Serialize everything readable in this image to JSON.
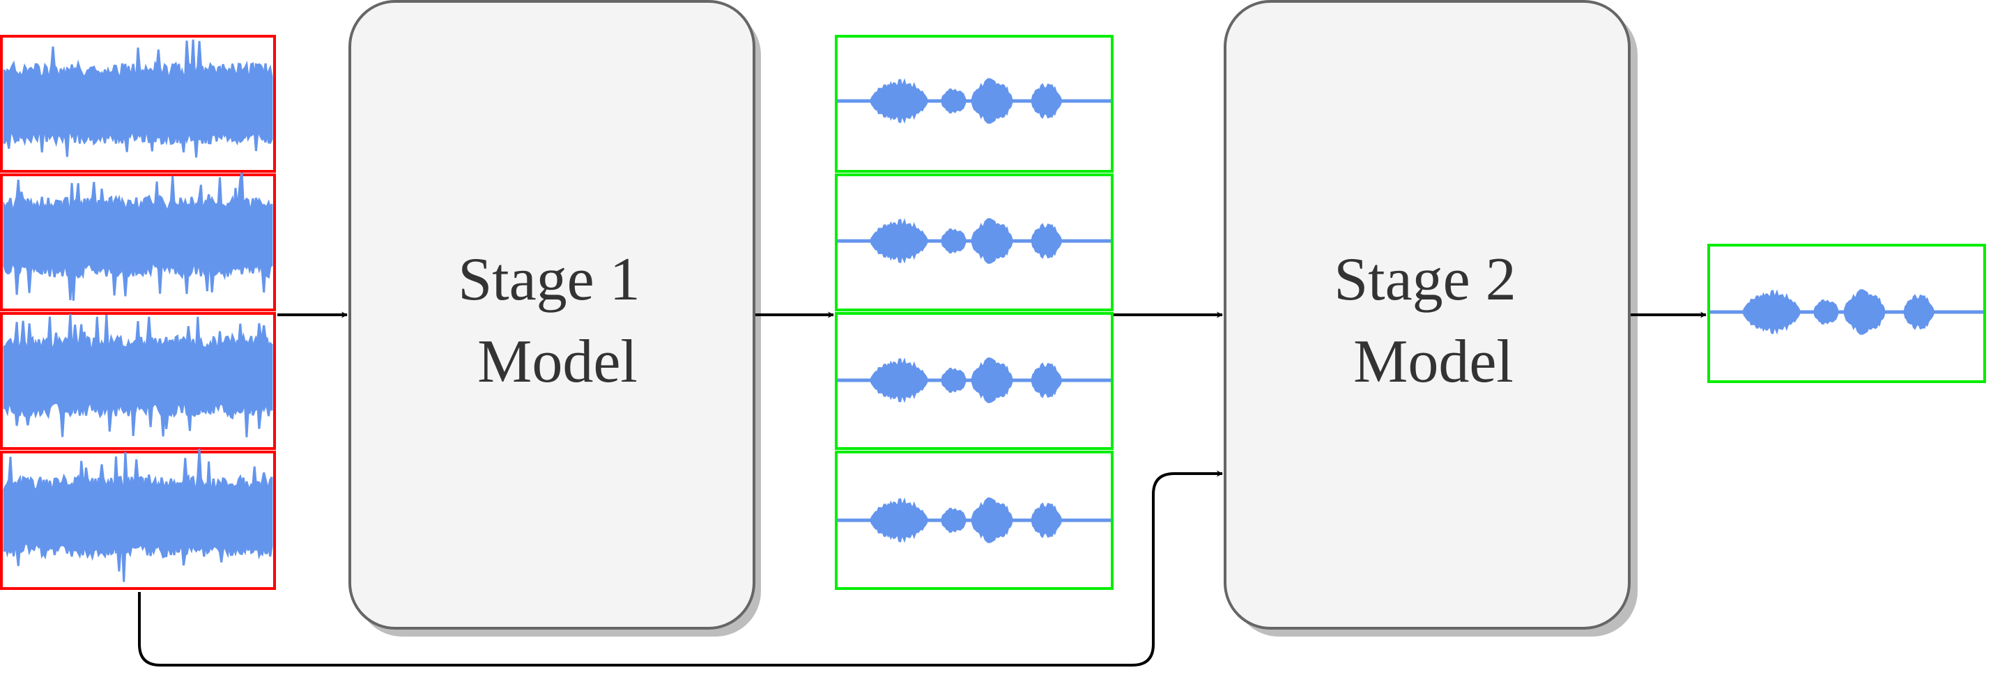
{
  "stages": [
    {
      "line1": "Stage 1",
      "line2": "Model"
    },
    {
      "line1": "Stage 2",
      "line2": "Model"
    }
  ],
  "colors": {
    "noisy_border": "#ff0000",
    "clean_border": "#00ee00",
    "waveform": "#6495ed",
    "stage_fill": "#f4f4f4",
    "stage_stroke": "#666666",
    "stage_shadow": "#bdbdbd",
    "arrow": "#000000"
  },
  "inputs": {
    "count": 4,
    "kind": "noisy-waveform"
  },
  "stage1_outputs": {
    "count": 4,
    "kind": "clean-waveform"
  },
  "final_output": {
    "count": 1,
    "kind": "clean-waveform"
  }
}
